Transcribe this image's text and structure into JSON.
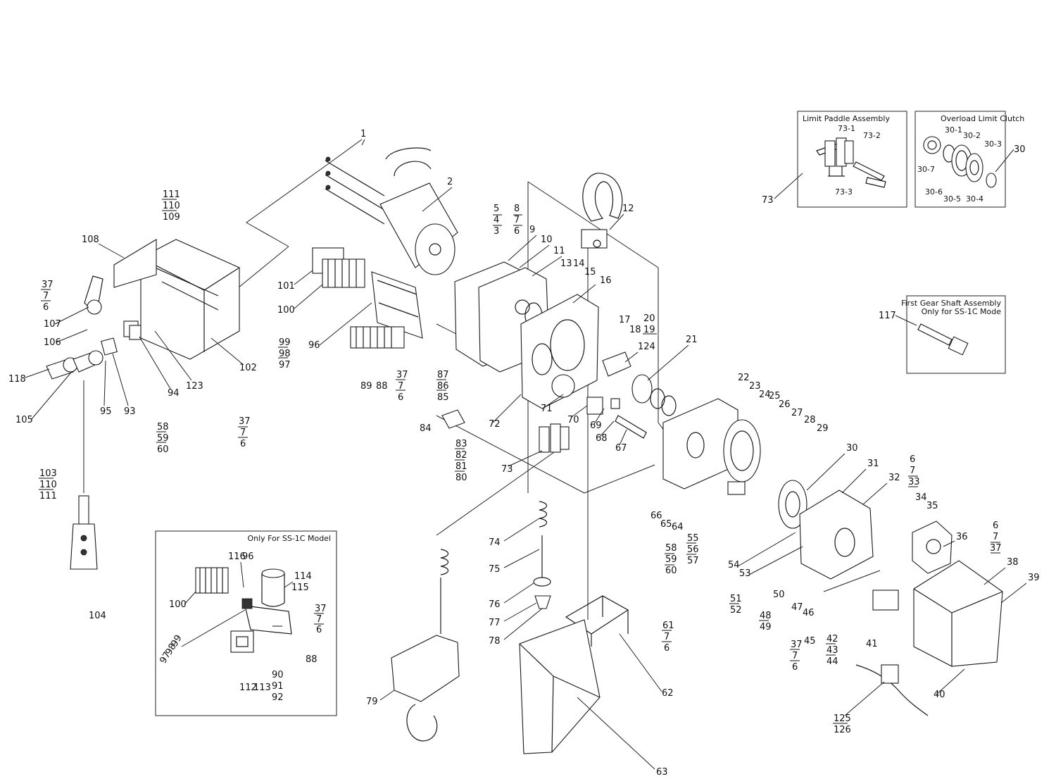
{
  "inset_titles": {
    "limit_paddle": "Limit Paddle Assembly",
    "overload_clutch": "Overload Limit Clutch",
    "first_gear_shaft_1": "First Gear Shaft Assembly",
    "first_gear_shaft_2": "Only for SS-1C Mode",
    "ss1c": "Only For SS-1C Model"
  },
  "labels": {
    "p1": "1",
    "p2": "2",
    "p12": "12",
    "p5": "5",
    "p4": "4",
    "p3": "3",
    "p8": "8",
    "p7a": "7",
    "p6a": "6",
    "p9": "9",
    "p10": "10",
    "p11": "11",
    "p13": "13",
    "p14": "14",
    "p15": "15",
    "p16": "16",
    "p17": "17",
    "p18": "18",
    "p20": "20",
    "p19": "19",
    "p124": "124",
    "p21": "21",
    "p22": "22",
    "p23": "23",
    "p24": "24",
    "p25": "25",
    "p26": "26",
    "p27": "27",
    "p28": "28",
    "p29": "29",
    "p30": "30",
    "p31": "31",
    "p32": "32",
    "p6b": "6",
    "p7b": "7",
    "p33": "33",
    "p34": "34",
    "p35": "35",
    "p36": "36",
    "p6c": "6",
    "p7c": "7",
    "p37a": "37",
    "p38": "38",
    "p39": "39",
    "p40": "40",
    "p111a": "111",
    "p110a": "110",
    "p109": "109",
    "p108": "108",
    "p37b": "37",
    "p7d": "7",
    "p6d": "6",
    "p107": "107",
    "p106": "106",
    "p118": "118",
    "p105": "105",
    "p95": "95",
    "p93": "93",
    "p94": "94",
    "p123": "123",
    "p102": "102",
    "p37c": "37",
    "p7e": "7",
    "p6e": "6",
    "p58a": "58",
    "p59a": "59",
    "p60a": "60",
    "p103": "103",
    "p110b": "110",
    "p111b": "111",
    "p104": "104",
    "p101": "101",
    "p100a": "100",
    "p99a": "99",
    "p98a": "98",
    "p97a": "97",
    "p96a": "96",
    "p89": "89",
    "p88a": "88",
    "p37d": "37",
    "p7f": "7",
    "p6f": "6",
    "p87": "87",
    "p86": "86",
    "p85": "85",
    "p84": "84",
    "p83": "83",
    "p82": "82",
    "p81": "81",
    "p80": "80",
    "p72": "72",
    "p71": "71",
    "p70": "70",
    "p69": "69",
    "p68": "68",
    "p67": "67",
    "p73a": "73",
    "p66": "66",
    "p65": "65",
    "p64": "64",
    "p55": "55",
    "p56": "56",
    "p57": "57",
    "p58b": "58",
    "p59b": "59",
    "p60b": "60",
    "p54": "54",
    "p53": "53",
    "p51": "51",
    "p52": "52",
    "p50": "50",
    "p47": "47",
    "p46": "46",
    "p48": "48",
    "p49": "49",
    "p45": "45",
    "p37e": "37",
    "p7g": "7",
    "p6g": "6",
    "p42": "42",
    "p43": "43",
    "p44": "44",
    "p41": "41",
    "p74": "74",
    "p75": "75",
    "p76": "76",
    "p77": "77",
    "p78": "78",
    "p79": "79",
    "p61": "61",
    "p7h": "7",
    "p6h": "6",
    "p62": "62",
    "p63": "63",
    "p125": "125",
    "p126": "126",
    "p73b": "73",
    "p731": "73-1",
    "p732": "73-2",
    "p733": "73-3",
    "p301": "30-1",
    "p302": "30-2",
    "p303": "30-3",
    "p30b": "30",
    "p307": "30-7",
    "p306": "30-6",
    "p305": "30-5",
    "p304": "30-4",
    "p117": "117",
    "p116": "116",
    "p96b": "96",
    "p114": "114",
    "p115": "115",
    "p37f": "37",
    "p7i": "7",
    "p6i": "6",
    "p100b": "100",
    "p99b": "99",
    "p98b": "98",
    "p97b": "97",
    "p88b": "88",
    "p112": "112",
    "p113": "113",
    "p90": "90",
    "p91": "91",
    "p92": "92"
  }
}
